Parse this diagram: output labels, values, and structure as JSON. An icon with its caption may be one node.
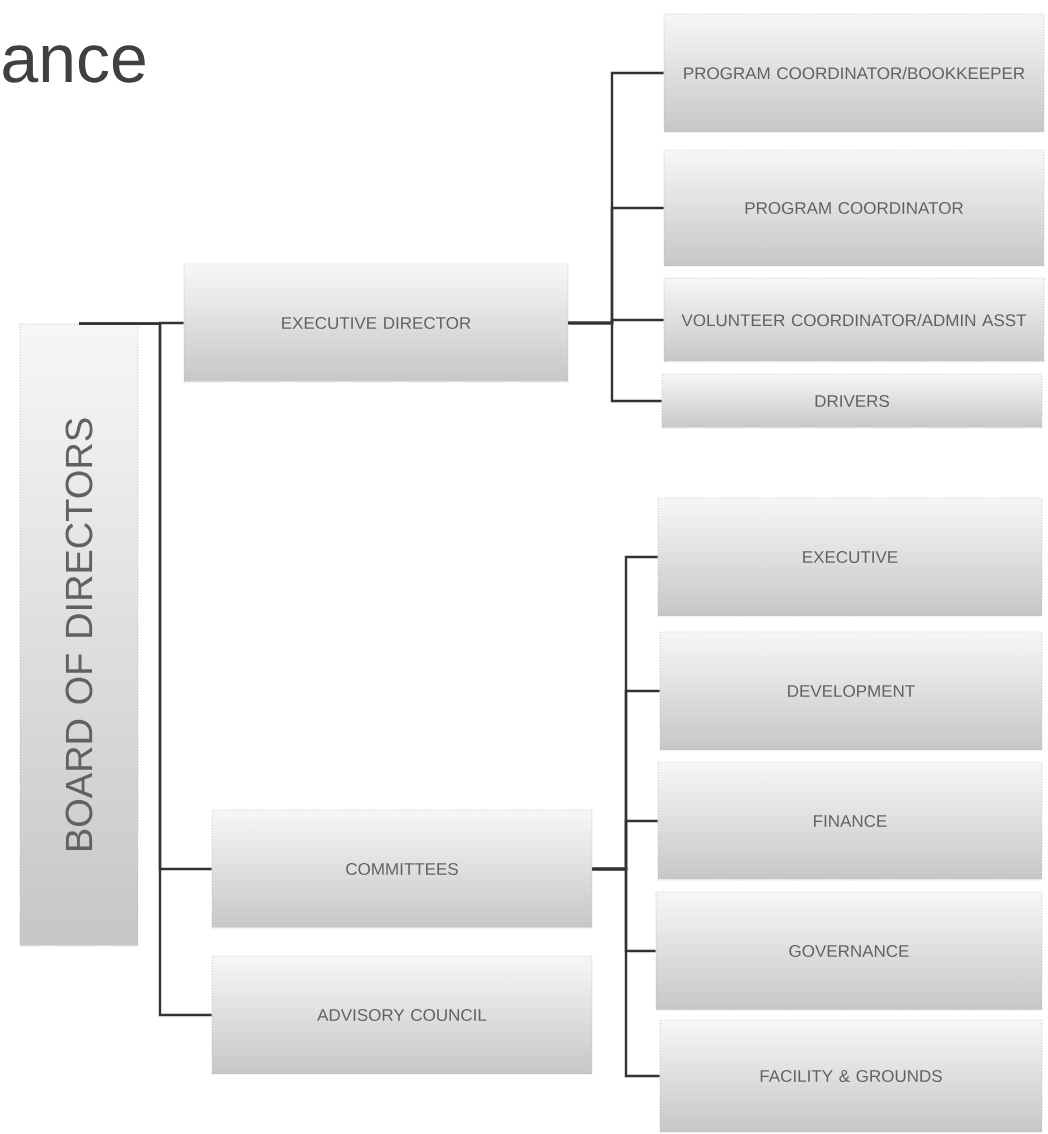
{
  "diagram": {
    "title": "ance",
    "nodes": [
      {
        "text": [
          "BOARD OF DIRECTORS"
        ]
      },
      {
        "text": [
          "EXECUTIVE DIRECTOR"
        ]
      },
      {
        "text": [
          "PROGRAM COORDINATOR/BOOKKEEPER"
        ]
      },
      {
        "text": [
          "PROGRAM COORDINATOR"
        ]
      },
      {
        "text": [
          "VOLUNTEER COORDINATOR/ADMIN ASST"
        ]
      },
      {
        "text": [
          "DRIVERS"
        ]
      },
      {
        "text": [
          "COMMITTEES"
        ]
      },
      {
        "text": [
          "ADVISORY COUNCIL"
        ]
      },
      {
        "text": [
          "EXECUTIVE"
        ]
      },
      {
        "text": [
          "DEVELOPMENT"
        ]
      },
      {
        "text": [
          "FINANCE"
        ]
      },
      {
        "text": [
          "GOVERNANCE"
        ]
      },
      {
        "text": [
          "FACILITY & GROUNDS"
        ]
      }
    ],
    "edges": [
      {
        "from": 0,
        "to": 1,
        "arrow": "none"
      },
      {
        "from": 0,
        "to": 6,
        "arrow": "none"
      },
      {
        "from": 0,
        "to": 7,
        "arrow": "none"
      },
      {
        "from": 1,
        "to": 2,
        "arrow": "none"
      },
      {
        "from": 1,
        "to": 3,
        "arrow": "none"
      },
      {
        "from": 1,
        "to": 4,
        "arrow": "none"
      },
      {
        "from": 1,
        "to": 5,
        "arrow": "none"
      },
      {
        "from": 6,
        "to": 8,
        "arrow": "none"
      },
      {
        "from": 6,
        "to": 9,
        "arrow": "none"
      },
      {
        "from": 6,
        "to": 10,
        "arrow": "none"
      },
      {
        "from": 6,
        "to": 11,
        "arrow": "none"
      },
      {
        "from": 6,
        "to": 12,
        "arrow": "none"
      }
    ]
  }
}
